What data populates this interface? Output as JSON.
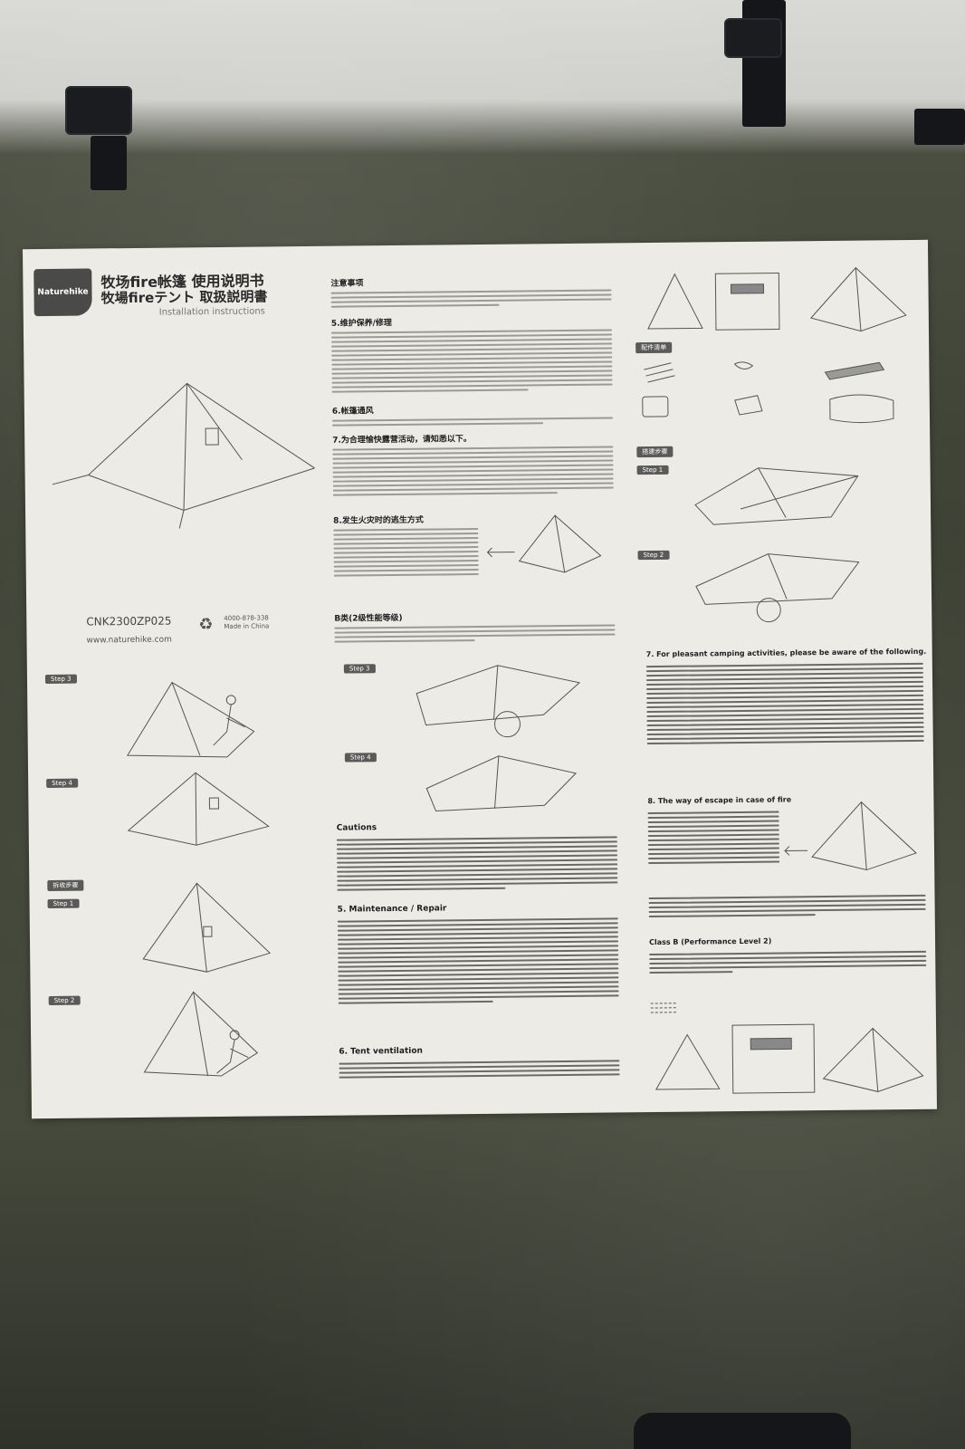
{
  "brand": {
    "logo_text": "Naturehike"
  },
  "titles": {
    "cn": "牧场fire帐篷 使用说明书",
    "jp": "牧場fireテント 取扱説明書",
    "en": "Installation instructions"
  },
  "product": {
    "model": "CNK2300ZP025",
    "url": "www.naturehike.com",
    "hotline": "4000-878-338",
    "made_in": "Made in China"
  },
  "cn_sections": {
    "notes": "注意事项",
    "maintenance": "5.维护保养/修理",
    "ventilation": "6.帐篷通风",
    "weather": "7.为合理愉快露营活动，请知悉以下。",
    "fire": "8.发生火灾时的逃生方式",
    "classB": "B类(2级性能等级)",
    "parts": "配件清单",
    "setup": "搭建步骤",
    "takedown": "拆收步骤"
  },
  "steps": {
    "s1": "Step 1",
    "s2": "Step 2",
    "s3": "Step 3",
    "s4": "Step 4"
  },
  "en_sections": {
    "cautions": "Cautions",
    "maintenance": "5. Maintenance / Repair",
    "ventilation": "6. Tent ventilation",
    "pleasant": "7. For pleasant camping activities, please be aware of the following.",
    "escape": "8. The way of escape in case of fire",
    "classB": "Class B (Performance Level 2)"
  },
  "colors": {
    "sheet": "#ecebe6",
    "fabric": "#3d4134",
    "badge": "#5a5a58"
  }
}
